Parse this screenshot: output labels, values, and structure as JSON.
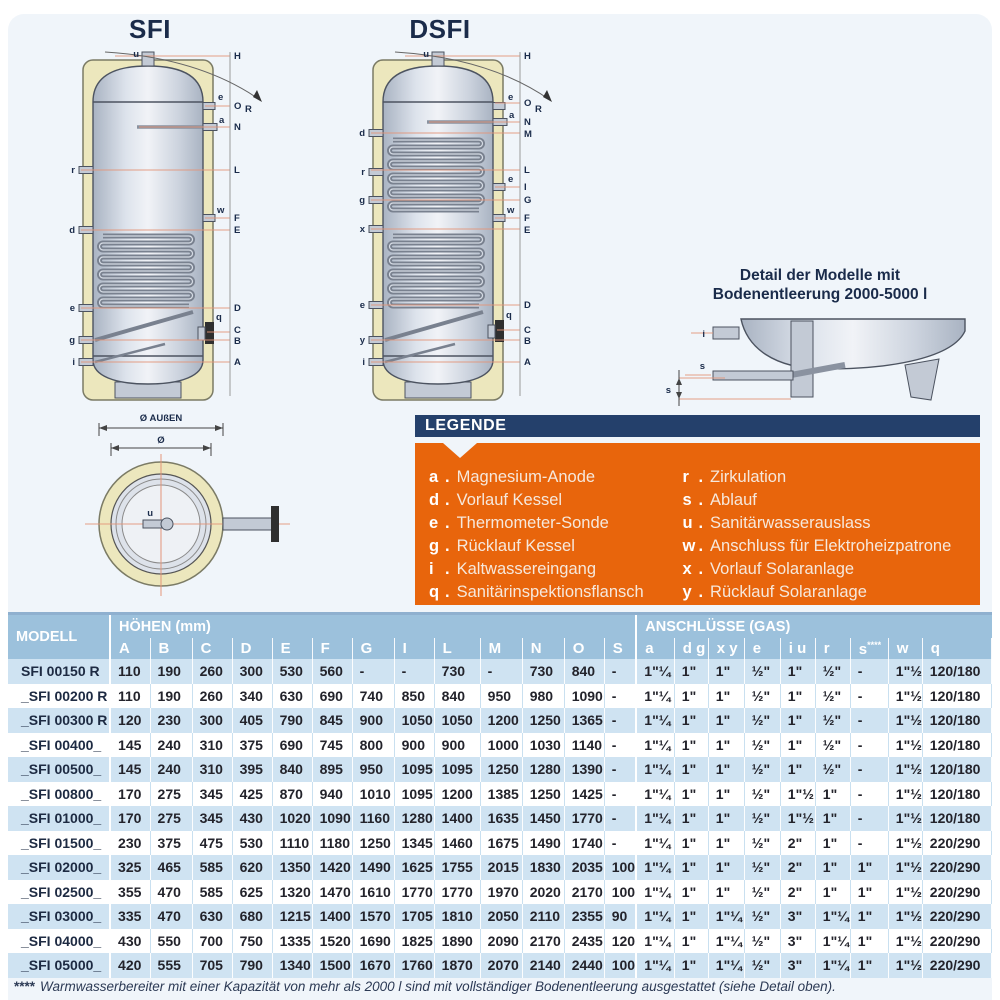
{
  "page": {
    "sfi_title": "SFI",
    "dsfi_title": "DSFI",
    "detail_caption_1": "Detail der Modelle mit",
    "detail_caption_2": "Bodenentleerung 2000-5000 l"
  },
  "diagram_labels": {
    "sfi": {
      "top": "u",
      "left": [
        "r",
        "d",
        "e",
        "g",
        "i"
      ],
      "right": [
        "e",
        "a",
        "w",
        "q"
      ],
      "dims": [
        "H",
        "O",
        "N",
        "L",
        "F",
        "E",
        "D",
        "C",
        "B",
        "A"
      ],
      "angle": "R"
    },
    "dsfi": {
      "top": "u",
      "left": [
        "d",
        "r",
        "g",
        "x",
        "e",
        "y",
        "i"
      ],
      "right": [
        "e",
        "a",
        "e",
        "w",
        "q"
      ],
      "dims": [
        "H",
        "O",
        "N",
        "M",
        "L",
        "I",
        "G",
        "F",
        "E",
        "D",
        "C",
        "B",
        "A"
      ],
      "angle": "R"
    },
    "bottom_view": {
      "outer": "Ø AUßEN",
      "inner": "Ø",
      "center": "u"
    },
    "detail": {
      "inlet": "i",
      "drain": "s",
      "dim": "s"
    }
  },
  "legend": {
    "title": "LEGENDE",
    "separator": ".",
    "col1": [
      {
        "key": "a",
        "label": "Magnesium-Anode"
      },
      {
        "key": "d",
        "label": "Vorlauf Kessel"
      },
      {
        "key": "e",
        "label": "Thermometer-Sonde"
      },
      {
        "key": "g",
        "label": "Rücklauf Kessel"
      },
      {
        "key": "i",
        "label": "Kaltwassereingang"
      },
      {
        "key": "q",
        "label": "Sanitärinspektionsflansch"
      }
    ],
    "col2": [
      {
        "key": "r",
        "label": "Zirkulation"
      },
      {
        "key": "s",
        "label": "Ablauf"
      },
      {
        "key": "u",
        "label": "Sanitärwasserauslass"
      },
      {
        "key": "w",
        "label": "Anschluss für Elektroheizpatrone"
      },
      {
        "key": "x",
        "label": "Vorlauf Solaranlage"
      },
      {
        "key": "y",
        "label": "Rücklauf Solaranlage"
      }
    ]
  },
  "table": {
    "model_header": "MODELL",
    "heights_header": "HÖHEN (mm)",
    "connections_header": "ANSCHLÜSSE (GAS)",
    "height_columns": [
      "A",
      "B",
      "C",
      "D",
      "E",
      "F",
      "G",
      "I",
      "L",
      "M",
      "N",
      "O",
      "S"
    ],
    "connection_columns": [
      {
        "label": "a",
        "sup": ""
      },
      {
        "label": "d g",
        "sup": ""
      },
      {
        "label": "x y",
        "sup": ""
      },
      {
        "label": "e",
        "sup": ""
      },
      {
        "label": "i u",
        "sup": ""
      },
      {
        "label": "r",
        "sup": ""
      },
      {
        "label": "s",
        "sup": "****"
      },
      {
        "label": "w",
        "sup": ""
      },
      {
        "label": "q",
        "sup": ""
      }
    ],
    "rows": [
      {
        "model": "SFI 00150 R",
        "heights": [
          "110",
          "190",
          "260",
          "300",
          "530",
          "560",
          "-",
          "-",
          "730",
          "-",
          "730",
          "840",
          "-"
        ],
        "connections": [
          "1\"¼",
          "1\"",
          "1\"",
          "½\"",
          "1\"",
          "½\"",
          "-",
          "1\"½",
          "120/180"
        ]
      },
      {
        "model": "_SFI 00200 R",
        "heights": [
          "110",
          "190",
          "260",
          "340",
          "630",
          "690",
          "740",
          "850",
          "840",
          "950",
          "980",
          "1090",
          "-"
        ],
        "connections": [
          "1\"¼",
          "1\"",
          "1\"",
          "½\"",
          "1\"",
          "½\"",
          "-",
          "1\"½",
          "120/180"
        ]
      },
      {
        "model": "_SFI 00300 R",
        "heights": [
          "120",
          "230",
          "300",
          "405",
          "790",
          "845",
          "900",
          "1050",
          "1050",
          "1200",
          "1250",
          "1365",
          "-"
        ],
        "connections": [
          "1\"¼",
          "1\"",
          "1\"",
          "½\"",
          "1\"",
          "½\"",
          "-",
          "1\"½",
          "120/180"
        ]
      },
      {
        "model": "_SFI 00400_",
        "heights": [
          "145",
          "240",
          "310",
          "375",
          "690",
          "745",
          "800",
          "900",
          "900",
          "1000",
          "1030",
          "1140",
          "-"
        ],
        "connections": [
          "1\"¼",
          "1\"",
          "1\"",
          "½\"",
          "1\"",
          "½\"",
          "-",
          "1\"½",
          "120/180"
        ]
      },
      {
        "model": "_SFI 00500_",
        "heights": [
          "145",
          "240",
          "310",
          "395",
          "840",
          "895",
          "950",
          "1095",
          "1095",
          "1250",
          "1280",
          "1390",
          "-"
        ],
        "connections": [
          "1\"¼",
          "1\"",
          "1\"",
          "½\"",
          "1\"",
          "½\"",
          "-",
          "1\"½",
          "120/180"
        ]
      },
      {
        "model": "_SFI 00800_",
        "heights": [
          "170",
          "275",
          "345",
          "425",
          "870",
          "940",
          "1010",
          "1095",
          "1200",
          "1385",
          "1250",
          "1425",
          "-"
        ],
        "connections": [
          "1\"¼",
          "1\"",
          "1\"",
          "½\"",
          "1\"½",
          "1\"",
          "-",
          "1\"½",
          "120/180"
        ]
      },
      {
        "model": "_SFI 01000_",
        "heights": [
          "170",
          "275",
          "345",
          "430",
          "1020",
          "1090",
          "1160",
          "1280",
          "1400",
          "1635",
          "1450",
          "1770",
          "-"
        ],
        "connections": [
          "1\"¼",
          "1\"",
          "1\"",
          "½\"",
          "1\"½",
          "1\"",
          "-",
          "1\"½",
          "120/180"
        ]
      },
      {
        "model": "_SFI 01500_",
        "heights": [
          "230",
          "375",
          "475",
          "530",
          "1110",
          "1180",
          "1250",
          "1345",
          "1460",
          "1675",
          "1490",
          "1740",
          "-"
        ],
        "connections": [
          "1\"¼",
          "1\"",
          "1\"",
          "½\"",
          "2\"",
          "1\"",
          "-",
          "1\"½",
          "220/290"
        ]
      },
      {
        "model": "_SFI 02000_",
        "heights": [
          "325",
          "465",
          "585",
          "620",
          "1350",
          "1420",
          "1490",
          "1625",
          "1755",
          "2015",
          "1830",
          "2035",
          "100"
        ],
        "connections": [
          "1\"¼",
          "1\"",
          "1\"",
          "½\"",
          "2\"",
          "1\"",
          "1\"",
          "1\"½",
          "220/290"
        ]
      },
      {
        "model": "_SFI 02500_",
        "heights": [
          "355",
          "470",
          "585",
          "625",
          "1320",
          "1470",
          "1610",
          "1770",
          "1770",
          "1970",
          "2020",
          "2170",
          "100"
        ],
        "connections": [
          "1\"¼",
          "1\"",
          "1\"",
          "½\"",
          "2\"",
          "1\"",
          "1\"",
          "1\"½",
          "220/290"
        ]
      },
      {
        "model": "_SFI 03000_",
        "heights": [
          "335",
          "470",
          "630",
          "680",
          "1215",
          "1400",
          "1570",
          "1705",
          "1810",
          "2050",
          "2110",
          "2355",
          "90"
        ],
        "connections": [
          "1\"¼",
          "1\"",
          "1\"¼",
          "½\"",
          "3\"",
          "1\"¼",
          "1\"",
          "1\"½",
          "220/290"
        ]
      },
      {
        "model": "_SFI 04000_",
        "heights": [
          "430",
          "550",
          "700",
          "750",
          "1335",
          "1520",
          "1690",
          "1825",
          "1890",
          "2090",
          "2170",
          "2435",
          "120"
        ],
        "connections": [
          "1\"¼",
          "1\"",
          "1\"¼",
          "½\"",
          "3\"",
          "1\"¼",
          "1\"",
          "1\"½",
          "220/290"
        ]
      },
      {
        "model": "_SFI 05000_",
        "heights": [
          "420",
          "555",
          "705",
          "790",
          "1340",
          "1500",
          "1670",
          "1760",
          "1870",
          "2070",
          "2140",
          "2440",
          "100"
        ],
        "connections": [
          "1\"¼",
          "1\"",
          "1\"¼",
          "½\"",
          "3\"",
          "1\"¼",
          "1\"",
          "1\"½",
          "220/290"
        ]
      }
    ]
  },
  "footnote": {
    "marker": "****",
    "text": "Warmwasserbereiter mit einer Kapazität von mehr als 2000 l sind mit vollständiger Bodenentleerung ausgestattet (siehe Detail oben)."
  }
}
